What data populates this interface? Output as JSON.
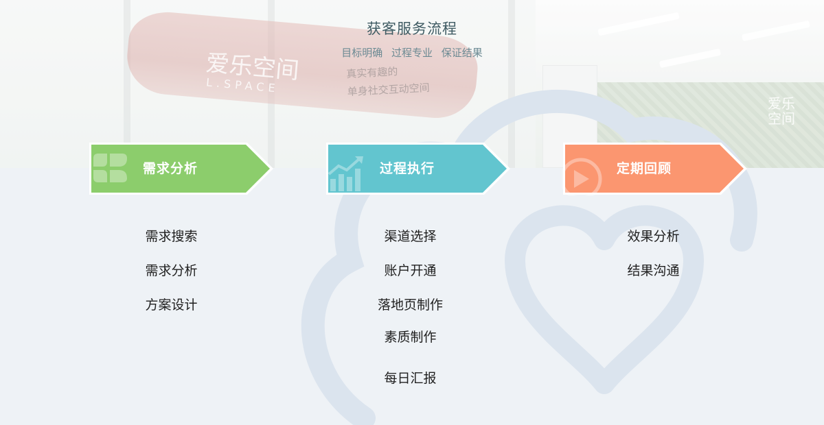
{
  "header": {
    "title": "获客服务流程",
    "subtitle_items": [
      "目标明确",
      "过程专业",
      "保证结果"
    ]
  },
  "background": {
    "sign_brand": "爱乐空间",
    "sign_sub": "L.SPACE",
    "sign_script_line1": "真实有趣的",
    "sign_script_line2": "单身社交互动空间",
    "logo_small_line1": "爱乐",
    "logo_small_line2": "空间"
  },
  "stages": [
    {
      "label": "需求分析",
      "color": "#8ccd6c",
      "icon": "leaf-icon",
      "items": [
        "需求搜索",
        "需求分析",
        "方案设计"
      ]
    },
    {
      "label": "过程执行",
      "color": "#62c5cf",
      "icon": "bar-chart-up-icon",
      "items": [
        "渠道选择",
        "账户开通",
        "落地页制作",
        "素质制作",
        "每日汇报"
      ]
    },
    {
      "label": "定期回顾",
      "color": "#fb9670",
      "icon": "play-icon",
      "items": [
        "效果分析",
        "结果沟通"
      ]
    }
  ]
}
